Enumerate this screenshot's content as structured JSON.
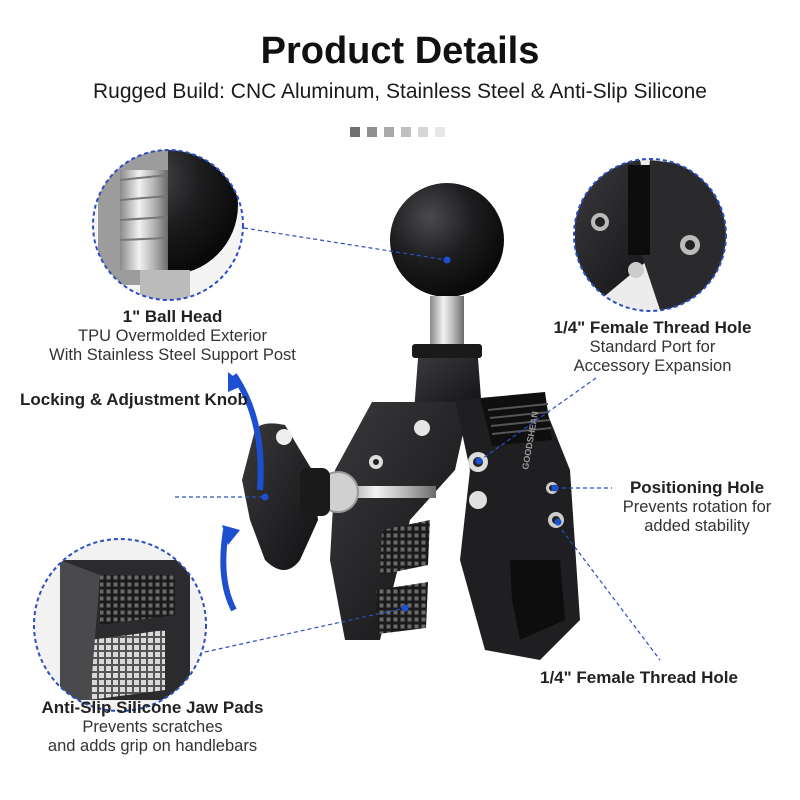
{
  "header": {
    "title": "Product Details",
    "subtitle": "Rugged Build: CNC Aluminum, Stainless Steel & Anti-Slip Silicone"
  },
  "carousel_dots": [
    "#6f6f6f",
    "#8e8e8e",
    "#a8a8a8",
    "#c0c0c0",
    "#d6d6d6",
    "#e8e8e8"
  ],
  "callouts": {
    "ball_head": {
      "title": "1\" Ball Head",
      "lines": [
        "TPU Overmolded Exterior",
        "With Stainless Steel Support Post"
      ]
    },
    "knob": {
      "title": "Locking & Adjustment Knob"
    },
    "thread_hole_top": {
      "title": "1/4\" Female Thread Hole",
      "lines": [
        "Standard Port for",
        "Accessory Expansion"
      ]
    },
    "positioning_hole": {
      "title": "Positioning Hole",
      "lines": [
        "Prevents rotation for",
        "added stability"
      ]
    },
    "thread_hole_bottom": {
      "title": "1/4\" Female Thread Hole"
    },
    "jaw_pads": {
      "title": "Anti-Slip Silicone Jaw Pads",
      "lines": [
        "Prevents scratches",
        "and adds grip on handlebars"
      ]
    }
  },
  "brand_engraving": "GOODSHEAN",
  "colors": {
    "accent_blue": "#1f4fd1",
    "leader_line": "#2a4ec0",
    "metal_dark": "#1c1c1e",
    "ring_dash": "#2a4ec0"
  },
  "icons": [
    "rotation-arrow-icon",
    "callout-dot-icon"
  ]
}
